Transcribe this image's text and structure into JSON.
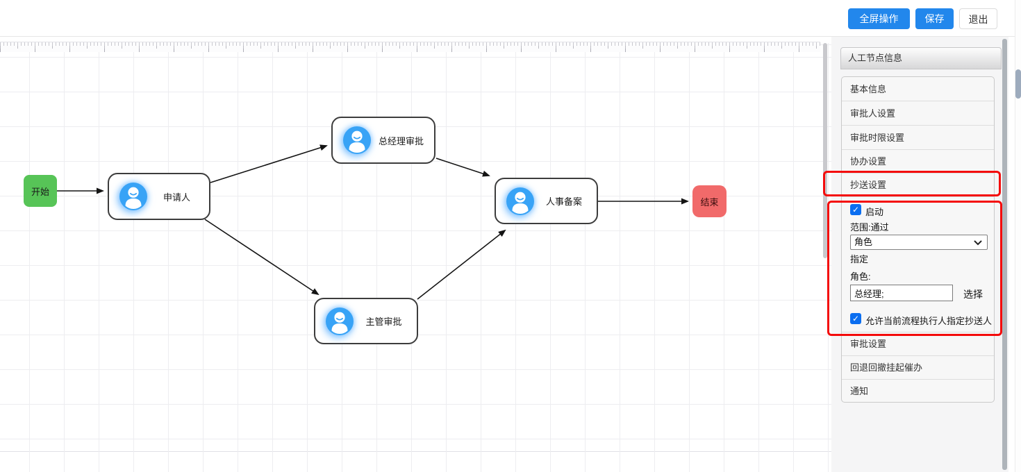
{
  "toolbar": {
    "fullscreen_label": "全屏操作",
    "save_label": "保存",
    "exit_label": "退出"
  },
  "panel": {
    "title": "人工节点信息",
    "sections_before": [
      "基本信息",
      "审批人设置",
      "审批时限设置",
      "协办设置"
    ],
    "highlighted_section": "抄送设置",
    "cc_form": {
      "enable_label": "启动",
      "enable_checked": true,
      "scope_label": "范围:通过",
      "scope_select_value": "角色",
      "assign_label": "指定",
      "role_label": "角色:",
      "role_value": "总经理;",
      "choose_label": "选择",
      "allow_label": "允许当前流程执行人指定抄送人",
      "allow_checked": true
    },
    "sections_after": [
      "审批设置",
      "回退回撤挂起催办",
      "通知"
    ]
  },
  "flowchart": {
    "nodes": [
      {
        "id": "start",
        "label": "开始",
        "type": "start",
        "color": "#57c457"
      },
      {
        "id": "applicant",
        "label": "申请人",
        "type": "task"
      },
      {
        "id": "gm",
        "label": "总经理审批",
        "type": "task"
      },
      {
        "id": "supervisor",
        "label": "主管审批",
        "type": "task"
      },
      {
        "id": "hr",
        "label": "人事备案",
        "type": "task"
      },
      {
        "id": "end",
        "label": "结束",
        "type": "end",
        "color": "#f16a6a"
      }
    ],
    "edges": [
      [
        "start",
        "applicant"
      ],
      [
        "applicant",
        "gm"
      ],
      [
        "applicant",
        "supervisor"
      ],
      [
        "gm",
        "hr"
      ],
      [
        "supervisor",
        "hr"
      ],
      [
        "hr",
        "end"
      ]
    ]
  },
  "icons": {
    "user_avatar": "user-circle-icon",
    "checkmark": "✓",
    "select_chevron": "chevron-down-icon"
  },
  "colors": {
    "primary_button": "#2287ec",
    "checkbox_blue": "#0b6ef0",
    "start_node": "#57c457",
    "end_node": "#f16a6a",
    "avatar_blue": "#38a3f6",
    "annotation_red": "#f40b0b"
  }
}
